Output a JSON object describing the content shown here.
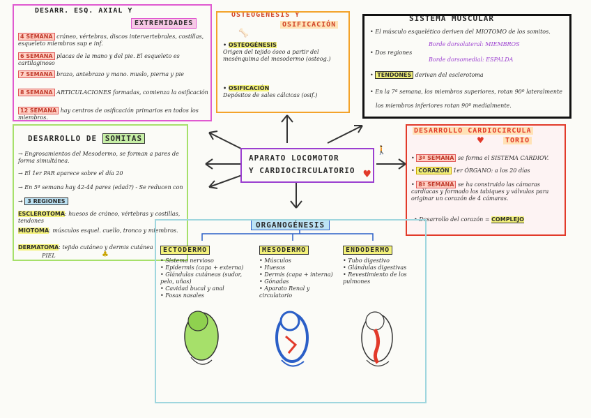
{
  "extremidades": {
    "title_top": "DESARR. ESQ. AXIAL Y",
    "title_bottom": "EXTREMIDADES",
    "rows": [
      {
        "week": "4 SEMANA",
        "text": "cráneo, vértebras, discos intervertebrales, costillas, esqueleto miembros sup e inf."
      },
      {
        "week": "6 SEMANA",
        "text": "placas de la mano y del pie. El esqueleto es cartilaginoso"
      },
      {
        "week": "7 SEMANA",
        "text": "brazo, antebrazo y mano. muslo, pierna y pie"
      },
      {
        "week": "8 SEMANA",
        "text": "ARTICULACIONES formadas, comienza la osificación"
      },
      {
        "week": "12 SEMANA",
        "text": "hay centros de osificación primarios en todos los miembros."
      }
    ]
  },
  "osteogenesis": {
    "title_top": "OSTEOGÉNESIS Y",
    "title_bottom": "OSIFICACIÓN",
    "h1": "OSTEOGÉNESIS",
    "t1": "Origen del tejido óseo a partir del mesénquima del mesodermo (osteog.)",
    "h2": "OSIFICACIÓN",
    "t2": "Depósitos de sales cálcicas (osif.)"
  },
  "muscular": {
    "title": "SISTEMA MUSCULAR",
    "l1": "El músculo esquelético deriven del MIOTOMO de los somitos.",
    "l2": "Dos regiones",
    "l2a": "Borde dorsolateral: MIEMBROS",
    "l2b": "Borde dorsomedial: ESPALDA",
    "l3_tag": "TENDONES",
    "l3": "derivan del esclerotoma",
    "l4": "En la 7ª semana, los miembros superiores, rotan 90º lateralmente",
    "l5": "los miembros inferiores rotan 90º medialmente."
  },
  "somitas": {
    "title_a": "DESARROLLO DE",
    "title_b": "SOMITAS",
    "l1": "Engrosamientos del Mesodermo, se forman a pares de forma simultánea.",
    "l2": "El 1er PAR aparece sobre el día 20",
    "l3": "En 5ª semana hay 42-44 pares (edad?) - Se reducen con",
    "regions_label": "3 REGIONES",
    "r1_label": "ESCLEROTOMA",
    "r1": "huesos de cráneo, vértebras y costillas, tendones",
    "r2_label": "MIOTOMA",
    "r2": "músculos esquel. cuello, tronco y miembros.",
    "r3_label": "DERMATOMA",
    "r3": "tejido cutáneo y dermis",
    "r3b": "PIEL",
    "r3c": "cutánea"
  },
  "center": {
    "line1": "APARATO LOCOMOTOR",
    "line2": "Y CARDIOCIRCULATORIO"
  },
  "cardio": {
    "title_top": "DESARROLLO CARDIOCIRCULA",
    "title_bottom": "TORIO",
    "l1_tag": "3ª SEMANA",
    "l1": "se forma el SISTEMA CARDIOV.",
    "l2_tag": "CORAZÓN",
    "l2": "1er ÓRGANO: a los 20 días",
    "l3_tag": "8ª SEMANA",
    "l3": "se ha construido las cámaras cardíacas y formado los tabiques y válvulas para originar un corazón de 4 cámaras.",
    "l4": "Desarrollo del corazón",
    "l4_eq": "=",
    "l4_val": "COMPLEJO"
  },
  "organogenesis": {
    "title": "ORGANOGÉNESIS",
    "ecto": {
      "title": "ECTODERMO",
      "items": [
        "Sistema nervioso",
        "Epidermis (capa + externa)",
        "Glándulas cutáneas (sudor, pelo, uñas)",
        "Cavidad bucal y anal",
        "Fosas nasales"
      ]
    },
    "meso": {
      "title": "MESODERMO",
      "items": [
        "Músculos",
        "Huesos",
        "Dermis (capa + interna)",
        "Gónadas",
        "Aparato Renal y circulatorio"
      ]
    },
    "endo": {
      "title": "ENDODERMO",
      "items": [
        "Tubo digestivo",
        "Glándulas digestivas",
        "Revestimiento de los pulmones"
      ]
    }
  },
  "colors": {
    "pink": "#e05ad0",
    "orange": "#f3a32b",
    "black": "#111111",
    "green": "#a6e06a",
    "red": "#e23a2a",
    "purple": "#9b3fd0",
    "teal": "#9fd6de"
  }
}
